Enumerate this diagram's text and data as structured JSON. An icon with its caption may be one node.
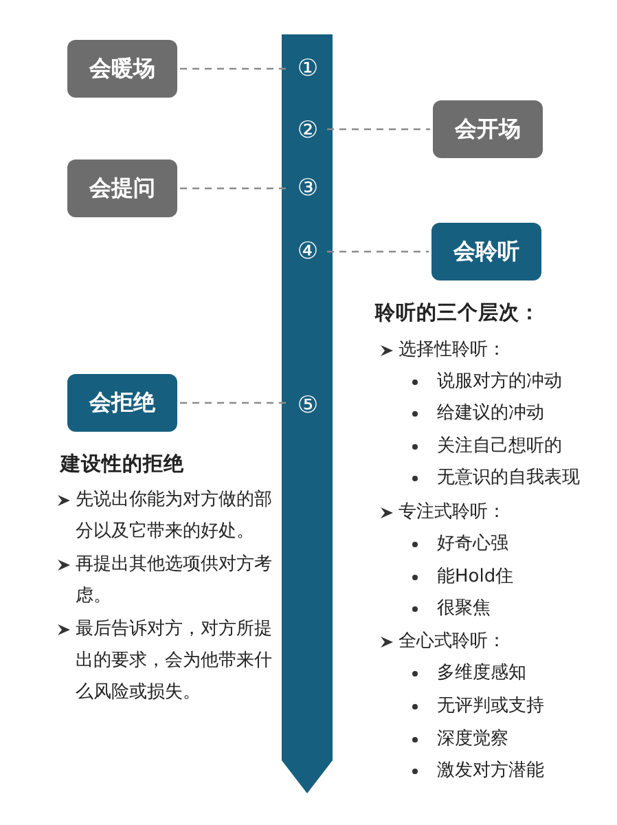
{
  "diagram": {
    "nodes": [
      {
        "text": [],
        "shape": "bar"
      },
      {
        "text": [
          "会暖场"
        ]
      },
      {
        "text": [
          "①"
        ],
        "in": 0
      },
      {
        "text": [
          "②"
        ],
        "in": 0
      },
      {
        "text": [
          "会开场"
        ]
      },
      {
        "text": [
          "会提问"
        ]
      },
      {
        "text": [
          "③"
        ],
        "in": 0
      },
      {
        "text": [
          "④"
        ],
        "in": 0
      },
      {
        "text": [
          "会聆听"
        ]
      },
      {
        "text": [
          "会拒绝"
        ]
      },
      {
        "text": [
          "⑤"
        ],
        "in": 0
      }
    ],
    "edges": [
      {
        "from": 1,
        "to": 2,
        "arrow": "none",
        "style": "dashed"
      },
      {
        "from": 3,
        "to": 4,
        "arrow": "none",
        "style": "dashed"
      },
      {
        "from": 5,
        "to": 6,
        "arrow": "none",
        "style": "dashed"
      },
      {
        "from": 7,
        "to": 8,
        "arrow": "none",
        "style": "dashed"
      },
      {
        "from": 9,
        "to": 10,
        "arrow": "none",
        "style": "dashed"
      }
    ],
    "labels": [
      "聆听的三个层次：",
      "选择性聆听：",
      "说服对方的冲动",
      "给建议的冲动",
      "关注自己想听的",
      "无意识的自我表现",
      "专注式聆听：",
      "好奇心强",
      "能Hold住",
      "很聚焦",
      "全心式聆听：",
      "多维度感知",
      "无评判或支持",
      "深度觉察",
      "激发对方潜能",
      "建设性的拒绝",
      "先说出你能为对方做的部分以及它带来的好处。",
      "再提出其他选项供对方考虑。",
      "最后告诉对方，对方所提出的要求，会为他带来什么风险或损失。"
    ]
  }
}
